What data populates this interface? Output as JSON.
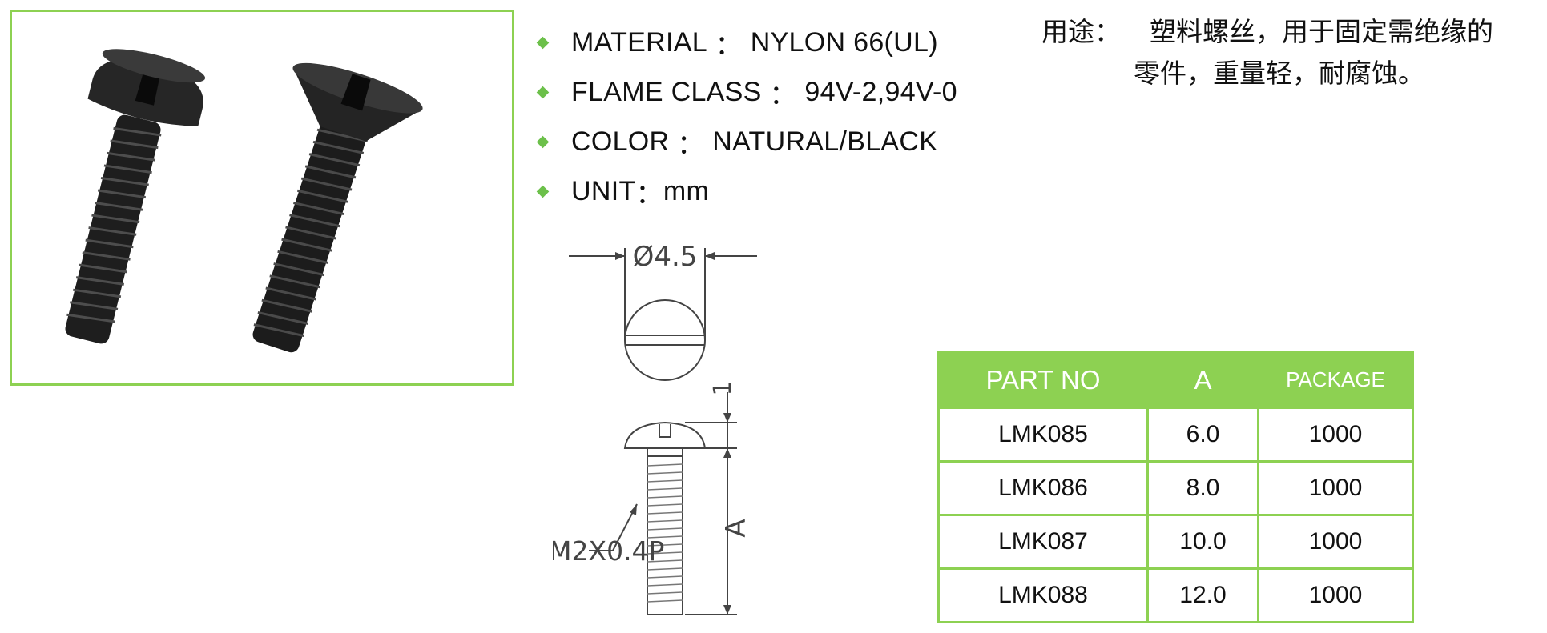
{
  "specs": [
    {
      "label": "MATERIAL",
      "value": "NYLON 66(UL)"
    },
    {
      "label": "FLAME CLASS",
      "value": "94V-2,94V-0"
    },
    {
      "label": "COLOR",
      "value": "NATURAL/BLACK"
    },
    {
      "label": "UNIT",
      "value": "mm"
    }
  ],
  "usage": {
    "label": "用途：",
    "line1": "塑料螺丝，用于固定需绝缘的",
    "line2": "零件，重量轻，耐腐蚀。"
  },
  "drawing": {
    "diameter": "Ø4.5",
    "head_height": "1",
    "length_label": "A",
    "thread_label": "M2X0.4P"
  },
  "table": {
    "headers": [
      "PART NO",
      "A",
      "PACKAGE"
    ],
    "rows": [
      [
        "LMK085",
        "6.0",
        "1000"
      ],
      [
        "LMK086",
        "8.0",
        "1000"
      ],
      [
        "LMK087",
        "10.0",
        "1000"
      ],
      [
        "LMK088",
        "12.0",
        "1000"
      ]
    ]
  },
  "colors": {
    "accent": "#8dd152",
    "bullet": "#6cc04a"
  }
}
